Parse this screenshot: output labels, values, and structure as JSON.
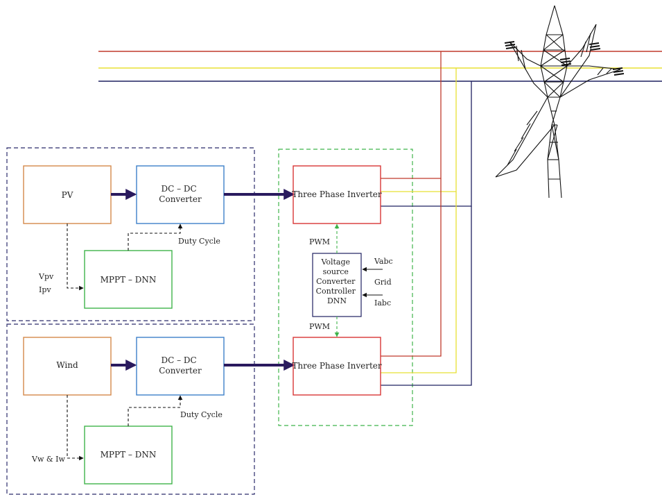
{
  "blocks": {
    "pv": "PV",
    "wind": "Wind",
    "dc_dc_1": [
      "DC – DC",
      "Converter"
    ],
    "dc_dc_2": [
      "DC – DC",
      "Converter"
    ],
    "mppt_1": "MPPT – DNN",
    "mppt_2": "MPPT – DNN",
    "inverter_1": "Three Phase Inverter",
    "inverter_2": "Three Phase Inverter",
    "vsc_controller": [
      "Voltage",
      "source",
      "Converter",
      "Controller",
      "DNN"
    ]
  },
  "labels": {
    "duty_cycle_1": "Duty Cycle",
    "duty_cycle_2": "Duty Cycle",
    "vpv": "Vpv",
    "ipv": "Ipv",
    "vw_iw": "Vw & Iw",
    "pwm_top": "PWM",
    "pwm_bottom": "PWM",
    "vabc": "Vabc",
    "grid": "Grid",
    "iabc": "Iabc"
  },
  "colors": {
    "phase_a": "#c0392b",
    "phase_b": "#e8e033",
    "phase_c": "#1f2060",
    "source_box": "#d4894a",
    "converter_box": "#3d7fc9",
    "mppt_box": "#3fb34a",
    "inverter_box": "#d93535",
    "controller_box": "#1f2060",
    "subsystem_border": "#2b2b6b",
    "inverter_group_border": "#3fb34a",
    "power_arrow": "#2a1a5e"
  }
}
